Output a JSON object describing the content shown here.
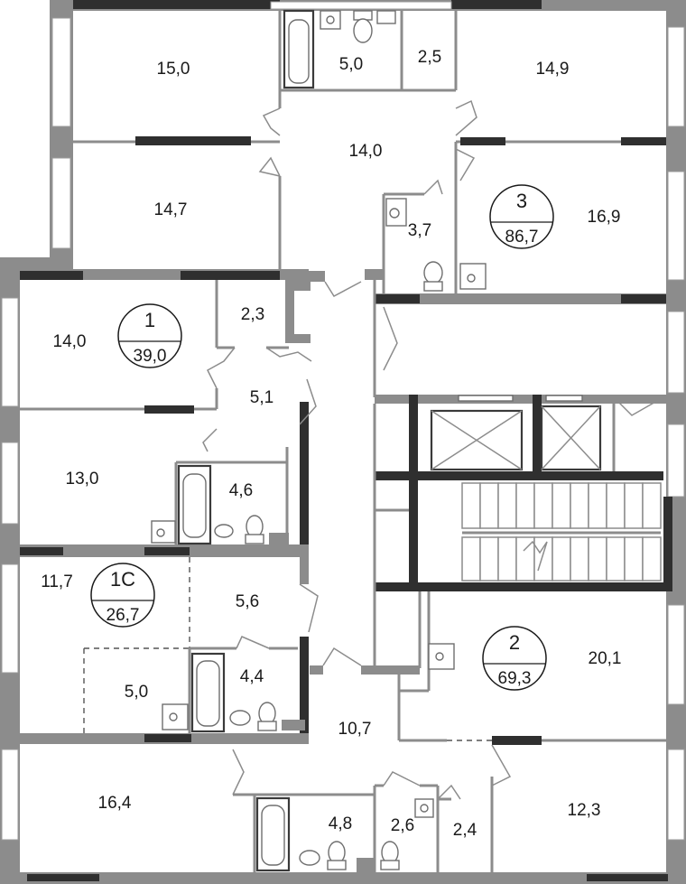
{
  "rooms": [
    {
      "id": "r1",
      "label": "15,0"
    },
    {
      "id": "r2",
      "label": "5,0"
    },
    {
      "id": "r3",
      "label": "2,5"
    },
    {
      "id": "r4",
      "label": "14,9"
    },
    {
      "id": "r5",
      "label": "14,0"
    },
    {
      "id": "r6",
      "label": "14,7"
    },
    {
      "id": "r7",
      "label": "3,7"
    },
    {
      "id": "r8",
      "label": "16,9"
    },
    {
      "id": "r9",
      "label": "14,0"
    },
    {
      "id": "r10",
      "label": "2,3"
    },
    {
      "id": "r11",
      "label": "5,1"
    },
    {
      "id": "r12",
      "label": "13,0"
    },
    {
      "id": "r13",
      "label": "4,6"
    },
    {
      "id": "r14",
      "label": "11,7"
    },
    {
      "id": "r15",
      "label": "5,6"
    },
    {
      "id": "r16",
      "label": "5,0"
    },
    {
      "id": "r17",
      "label": "4,4"
    },
    {
      "id": "r18",
      "label": "10,7"
    },
    {
      "id": "r19",
      "label": "20,1"
    },
    {
      "id": "r20",
      "label": "16,4"
    },
    {
      "id": "r21",
      "label": "4,8"
    },
    {
      "id": "r22",
      "label": "2,6"
    },
    {
      "id": "r23",
      "label": "2,4"
    },
    {
      "id": "r24",
      "label": "12,3"
    }
  ],
  "apartments": [
    {
      "number": "1",
      "area": "39,0"
    },
    {
      "number": "1С",
      "area": "26,7"
    },
    {
      "number": "2",
      "area": "69,3"
    },
    {
      "number": "3",
      "area": "86,7"
    }
  ]
}
